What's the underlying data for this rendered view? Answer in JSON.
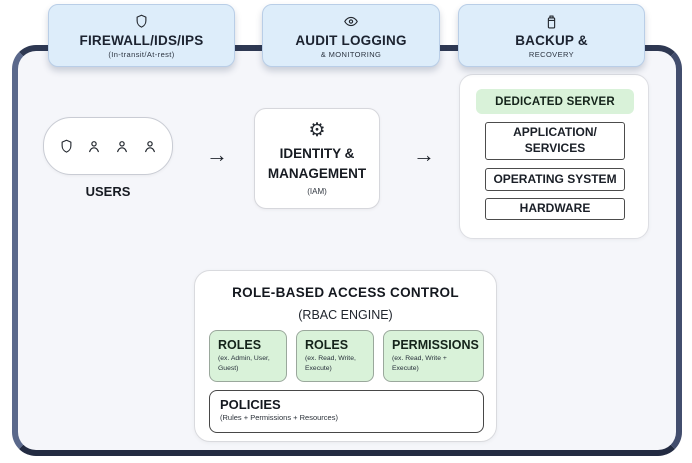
{
  "colors": {
    "canvas_bg": "#f5f6fa",
    "canvas_border": "#39425e",
    "service_box_bg": "#ddedfa",
    "service_box_border": "#b9cee7",
    "green_accent_bg": "#d9f2d9",
    "text": "#1b2029"
  },
  "top_services": [
    {
      "icon": "shield-icon",
      "title": "FIREWALL/IDS/IPS",
      "subtitle": "(In-transit/At-rest)"
    },
    {
      "icon": "eye-icon",
      "title": "AUDIT LOGGING",
      "subtitle": "& MONITORING"
    },
    {
      "icon": "backup-icon",
      "title": "BACKUP &",
      "subtitle": "RECOVERY"
    }
  ],
  "flow": {
    "users_label": "USERS",
    "arrow_glyph": "→",
    "gear_glyph": "⚙",
    "iam_title": "IDENTITY & MANAGEMENT",
    "iam_subtitle": "(IAM)"
  },
  "server": {
    "header": "DEDICATED SERVER",
    "layers": [
      "APPLICATION/ SERVICES",
      "OPERATING SYSTEM",
      "HARDWARE"
    ]
  },
  "rbac": {
    "title": "ROLE-BASED ACCESS CONTROL",
    "subtitle": "(RBAC ENGINE)",
    "cards": [
      {
        "title": "ROLES",
        "subtitle": "(ex. Admin, User, Guest)"
      },
      {
        "title": "ROLES",
        "subtitle": "(ex. Read, Write, Execute)"
      },
      {
        "title": "PERMISSIONS",
        "subtitle": "(ex. Read, Write + Execute)"
      }
    ],
    "policies_title": "POLICIES",
    "policies_subtitle": "(Rules + Permissions + Resources)"
  }
}
